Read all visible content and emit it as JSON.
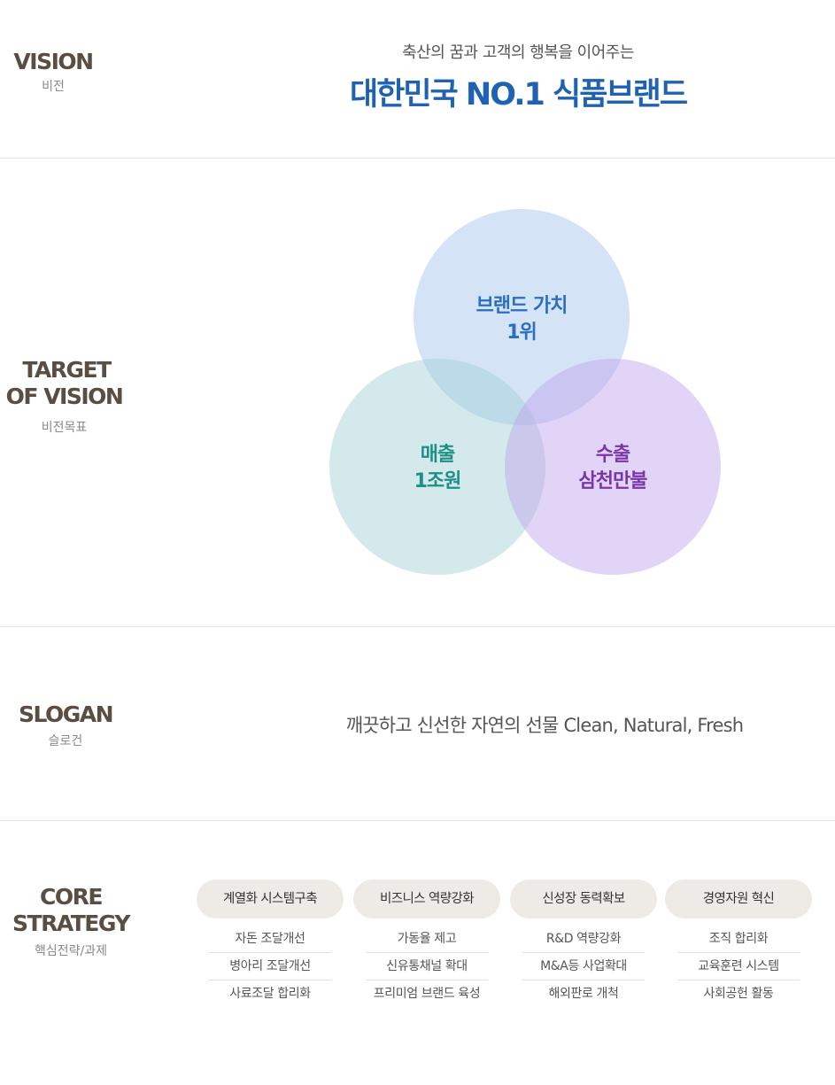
{
  "vision": {
    "label_en": "VISION",
    "label_ko": "비전",
    "subtitle": "축산의 꿈과 고객의 행복을 이어주는",
    "title": "대한민국 NO.1 식품브랜드"
  },
  "target": {
    "label_en_line1": "TARGET",
    "label_en_line2": "OF VISION",
    "label_ko": "비전목표",
    "circles": [
      {
        "line1": "브랜드 가치",
        "line2": "1위",
        "color": "#2a6fc0",
        "fill": "rgba(170,200,238,0.5)"
      },
      {
        "line1": "매출",
        "line2": "1조원",
        "color": "#1e8f86",
        "fill": "rgba(160,206,212,0.45)"
      },
      {
        "line1": "수출",
        "line2": "삼천만불",
        "color": "#7a35a8",
        "fill": "rgba(190,160,236,0.45)"
      }
    ]
  },
  "slogan": {
    "label_en": "SLOGAN",
    "label_ko": "슬로건",
    "text": "깨끗하고 신선한 자연의 선물 Clean, Natural, Fresh"
  },
  "core": {
    "label_en_line1": "CORE",
    "label_en_line2": "STRATEGY",
    "label_ko": "핵심전략/과제",
    "strategies": [
      {
        "title": "계열화 시스템구축",
        "items": [
          "자돈 조달개선",
          "병아리 조달개선",
          "사료조달 합리화"
        ]
      },
      {
        "title": "비즈니스 역량강화",
        "items": [
          "가동율 제고",
          "신유통채널 확대",
          "프리미엄 브랜드 육성"
        ]
      },
      {
        "title": "신성장 동력확보",
        "items": [
          "R&D 역량강화",
          "M&A등 사업확대",
          "해외판로 개척"
        ]
      },
      {
        "title": "경영자원 혁신",
        "items": [
          "조직 합리화",
          "교육훈련 시스템",
          "사회공헌 활동"
        ]
      }
    ]
  }
}
